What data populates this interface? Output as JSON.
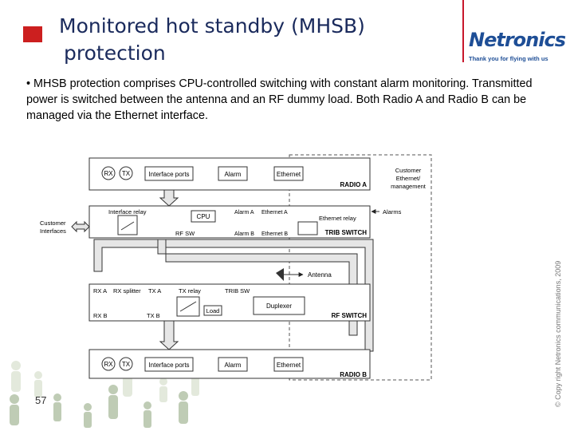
{
  "title": {
    "line1": "Monitored hot standby (MHSB)",
    "line2": "protection"
  },
  "logo": {
    "name": "Netronics",
    "tagline": "Thank you for flying with us"
  },
  "body": "• MHSB protection comprises CPU-controlled switching with constant alarm monitoring. Transmitted power is switched between the antenna and an RF dummy load. Both Radio A and Radio B can be managed via the Ethernet interface.",
  "copyright": "© Copy right Netronics communications, 2009",
  "page_number": "57",
  "colors": {
    "title": "#1a2a5c",
    "accent_red": "#cc1f1f",
    "logo_blue": "#1e4e96",
    "diagram_fill": "#e6e6e6"
  },
  "diagram": {
    "radio_a": {
      "label": "RADIO A",
      "rx": "RX",
      "tx": "TX",
      "interface_ports": "Interface ports",
      "alarm": "Alarm",
      "ethernet": "Ethernet"
    },
    "trib_switch": {
      "label": "TRIB SWITCH",
      "interface_relay": "Interface relay",
      "cpu": "CPU",
      "alarm_a": "Alarm A",
      "ethernet_a": "Ethernet A",
      "ethernet_relay": "Ethernet relay",
      "rf_sw": "RF SW",
      "alarm_b": "Alarm B",
      "ethernet_b": "Ethernet B",
      "alarms": "Alarms"
    },
    "customer_interfaces": "Customer Interfaces",
    "customer_mgmt": "Customer Ethernet/ management",
    "antenna": "Antenna",
    "rf_switch": {
      "label": "RF SWITCH",
      "rx_a": "RX A",
      "rx_splitter": "RX splitter",
      "tx_a": "TX A",
      "tx_relay": "TX relay",
      "trib_sw": "TRIB SW",
      "rx_b": "RX B",
      "tx_b": "TX B",
      "load": "Load",
      "duplexer": "Duplexer"
    },
    "radio_b": {
      "label": "RADIO B",
      "rx": "RX",
      "tx": "TX",
      "interface_ports": "Interface ports",
      "alarm": "Alarm",
      "ethernet": "Ethernet"
    }
  }
}
